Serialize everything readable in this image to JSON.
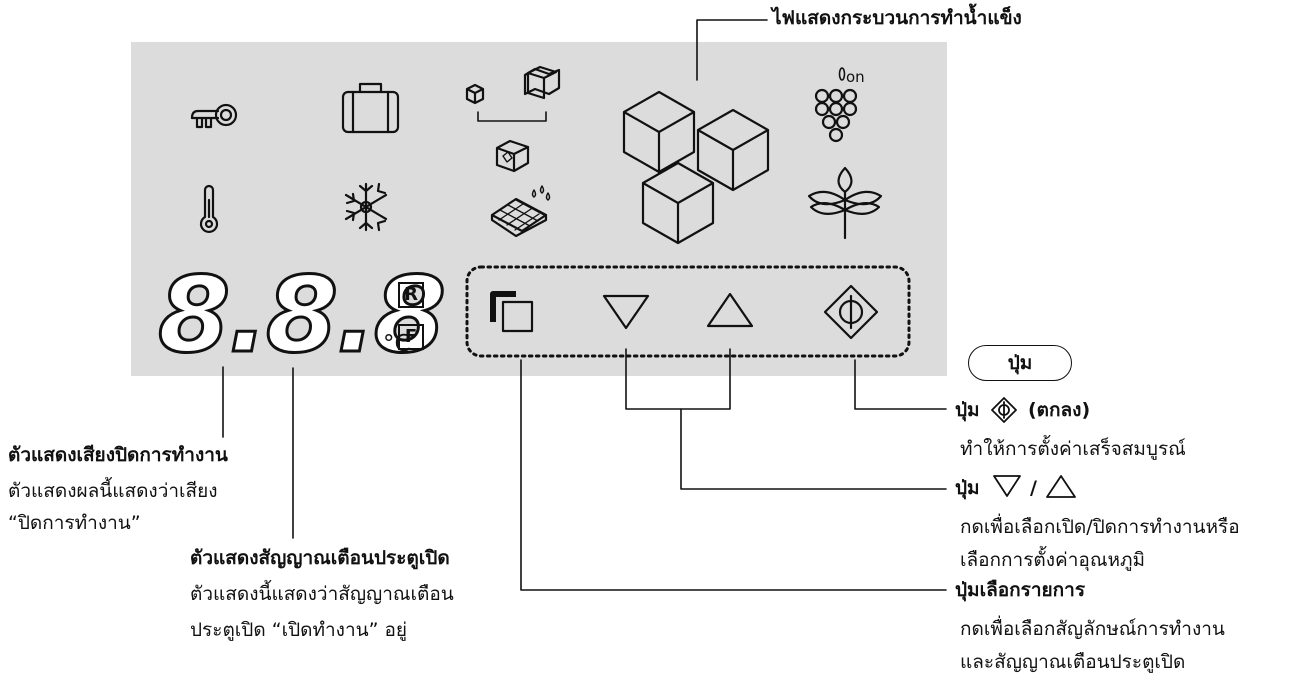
{
  "callouts": {
    "ice_making_light": "ไฟแสดงกระบวนการทำน้ำแข็ง",
    "mute_title": "ตัวแสดงเสียงปิดการทำงาน",
    "mute_desc_1": "ตัวแสดงผลนี้แสดงว่าเสียง",
    "mute_desc_2": "“ปิดการทำงาน”",
    "door_alarm_title": "ตัวแสดงสัญญาณเตือนประตูเปิด",
    "door_alarm_desc_1": "ตัวแสดงนี้แสดงว่าสัญญาณเตือน",
    "door_alarm_desc_2": "ประตูเปิด “เปิดทำงาน” อยู่"
  },
  "display": {
    "digits": "8.8.8",
    "unit": "°C",
    "r_label": "R",
    "f_label": "F"
  },
  "buttons_section": {
    "label": "ปุ่ม",
    "ok_title_prefix": "ปุ่ม",
    "ok_title_suffix": "(ตกลง)",
    "ok_desc": "ทำให้การตั้งค่าเสร็จสมบูรณ์",
    "updown_title_prefix": "ปุ่ม",
    "updown_separator": "/",
    "updown_desc_1": "กดเพื่อเลือกเปิด/ปิดการทำงานหรือ",
    "updown_desc_2": "เลือกการตั้งค่าอุณหภูมิ",
    "select_title": "ปุ่มเลือกรายการ",
    "select_desc_1": "กดเพื่อเลือกสัญลักษณ์การทำงาน",
    "select_desc_2": "และสัญญาณเตือนประตูเปิด"
  },
  "icons": {
    "lock": "key-icon",
    "vacation": "suitcase-icon",
    "ice_size": "ice-cube-size-icon",
    "ice_making": "ice-cubes-icon",
    "wine": "grapes-icon",
    "temperature": "thermometer-icon",
    "freeze": "snowflake-icon",
    "crush": "crushed-ice-icon",
    "tray": "ice-tray-icon",
    "fresh": "plant-icon",
    "select": "select-squares-icon",
    "down": "triangle-down-icon",
    "up": "triangle-up-icon",
    "ok": "power-diamond-icon"
  },
  "colors": {
    "panel": "#dcdcdc",
    "ink": "#111111"
  }
}
